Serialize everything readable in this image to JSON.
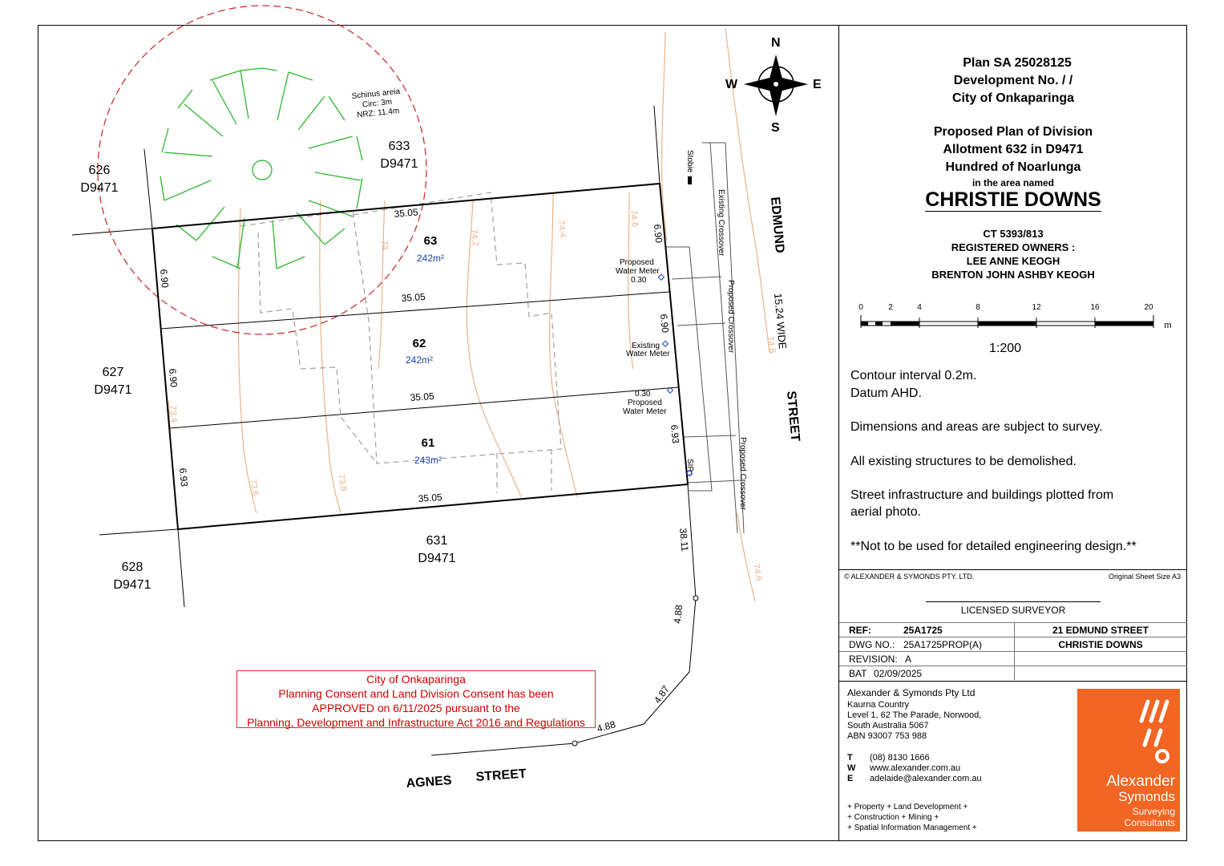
{
  "title_block": {
    "plan": "Plan SA 25028125",
    "development": "Development No.           /          /",
    "council": "City of Onkaparinga",
    "proposal": "Proposed Plan of Division",
    "allotment": "Allotment 632 in D9471",
    "hundred": "Hundred of Noarlunga",
    "area_named": "in the area named",
    "suburb": "CHRISTIE DOWNS",
    "ct": "CT 5393/813",
    "owners_label": "REGISTERED OWNERS :",
    "owner1": "LEE ANNE KEOGH",
    "owner2": "BRENTON JOHN ASHBY KEOGH",
    "scale_ticks": [
      "0",
      "2",
      "4",
      "8",
      "12",
      "16",
      "20"
    ],
    "scale_unit": "m",
    "scale_ratio": "1:200",
    "note1": "Contour interval 0.2m.",
    "note2": "Datum AHD.",
    "note3": "Dimensions and areas are subject to survey.",
    "note4": "All existing structures to be demolished.",
    "note5a": "Street infrastructure and buildings plotted from",
    "note5b": "aerial photo.",
    "note6": "**Not to be used for detailed engineering design.**",
    "copyright": "© ALEXANDER & SYMONDS PTY. LTD.",
    "sheet_size": "Original Sheet Size A3",
    "surveyor": "LICENSED SURVEYOR",
    "ref_label": "REF:",
    "ref_value": "25A1725",
    "address": "21 EDMUND STREET",
    "dwg_label": "DWG NO.:",
    "dwg_value": "25A1725PROP(A)",
    "suburb_caps": "CHRISTIE DOWNS",
    "revision_label": "REVISION:",
    "revision_value": "A",
    "bat_label": "BAT",
    "bat_value": "02/09/2025",
    "company": "Alexander & Symonds Pty Ltd",
    "addr1": "Kaurna Country",
    "addr2": "Level 1, 62 The Parade, Norwood,",
    "addr3": "South Australia 5067",
    "abn": "ABN 93007 753 988",
    "t_label": "T",
    "t_value": "(08) 8130 1666",
    "w_label": "W",
    "w_value": "www.alexander.com.au",
    "e_label": "E",
    "e_value": "adelaide@alexander.com.au",
    "services1": "+ Property + Land Development +",
    "services2": "+ Construction + Mining +",
    "services3": "+ Spatial Information Management +",
    "logo_line1": "Alexander",
    "logo_line2": "Symonds",
    "logo_line3": "Surveying",
    "logo_line4": "Consultants",
    "logo_color": "#f26522"
  },
  "approval": {
    "line1": "City of Onkaparinga",
    "line2": "Planning Consent and Land Division Consent has been",
    "line3": "APPROVED on 6/11/2025 pursuant to the",
    "line4": "Planning, Development and Infrastructure Act 2016 and Regulations"
  },
  "plan": {
    "compass": {
      "n": "N",
      "s": "S",
      "e": "E",
      "w": "W"
    },
    "tree": {
      "name": "Schinus areia",
      "circ": "Circ: 3m",
      "nrz": "NRZ: 11.4m"
    },
    "neighbours": {
      "a626": "626",
      "d626": "D9471",
      "a633": "633",
      "d633": "D9471",
      "a627": "627",
      "d627": "D9471",
      "a628": "628",
      "d628": "D9471",
      "a631": "631",
      "d631": "D9471"
    },
    "lots": [
      {
        "num": "63",
        "area": "242m²"
      },
      {
        "num": "62",
        "area": "242m²"
      },
      {
        "num": "61",
        "area": "243m²"
      }
    ],
    "dims": {
      "top": "35.05",
      "mid1": "35.05",
      "mid2": "35.05",
      "bottom": "35.05",
      "left63": "6.90",
      "left62": "6.90",
      "left61": "6.93",
      "right63": "6.90",
      "right62": "6.90",
      "right61": "6.93",
      "east_ext": "38.11",
      "chord1": "4.88",
      "chord2": "4.87",
      "chord3": "4.88",
      "offset1": "0.30",
      "offset2": "0.30"
    },
    "labels": {
      "stobie": "Stobie",
      "existing_crossover": "Existing Crossover",
      "proposed_crossover": "Proposed Crossover",
      "pwm1a": "Proposed",
      "pwm1b": "Water Meter",
      "ewm_a": "Existing",
      "ewm_b": "Water Meter",
      "pwm2a": "Proposed",
      "pwm2b": "Water Meter",
      "sip": "SIP",
      "street_edmund": "EDMUND",
      "street_width": "15.24 WIDE",
      "street_street": "STREET",
      "agnes": "AGNES",
      "agnes_street": "STREET"
    },
    "contours": [
      "74",
      "74.2",
      "74.4",
      "74.6",
      "73.6",
      "73.8",
      "73.4",
      "74.6",
      "74.8"
    ],
    "colors": {
      "contour": "#e9b48a",
      "tree": "#2db82d",
      "nrz": "#cc2222",
      "area": "#1a3fb5"
    }
  }
}
